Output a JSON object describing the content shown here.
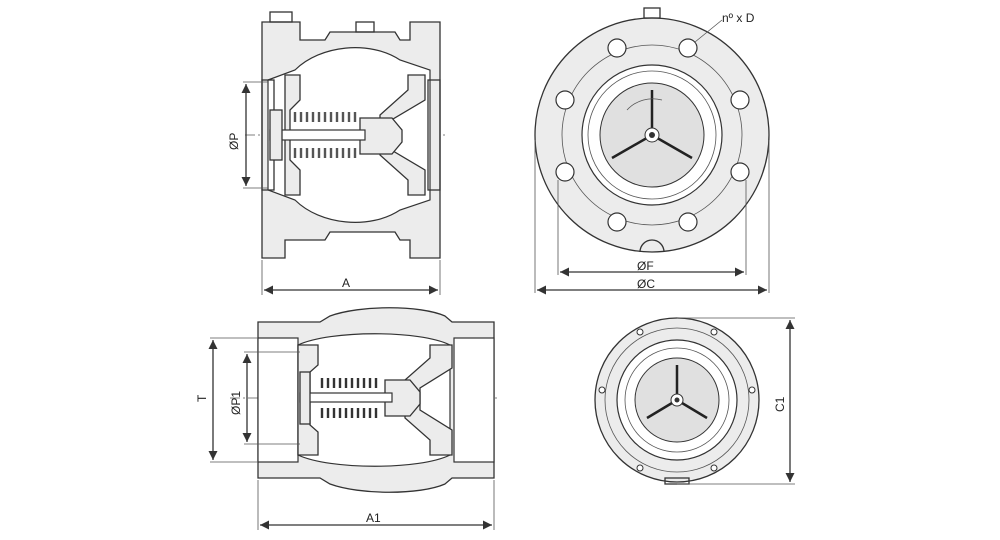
{
  "drawing": {
    "labels": {
      "bolts": "nº x D",
      "dia_p": "ØP",
      "length_a": "A",
      "dia_f": "ØF",
      "dia_c": "ØC",
      "thread_t": "T",
      "dia_p1": "ØP1",
      "length_a1": "A1",
      "height_c1": "C1"
    }
  }
}
